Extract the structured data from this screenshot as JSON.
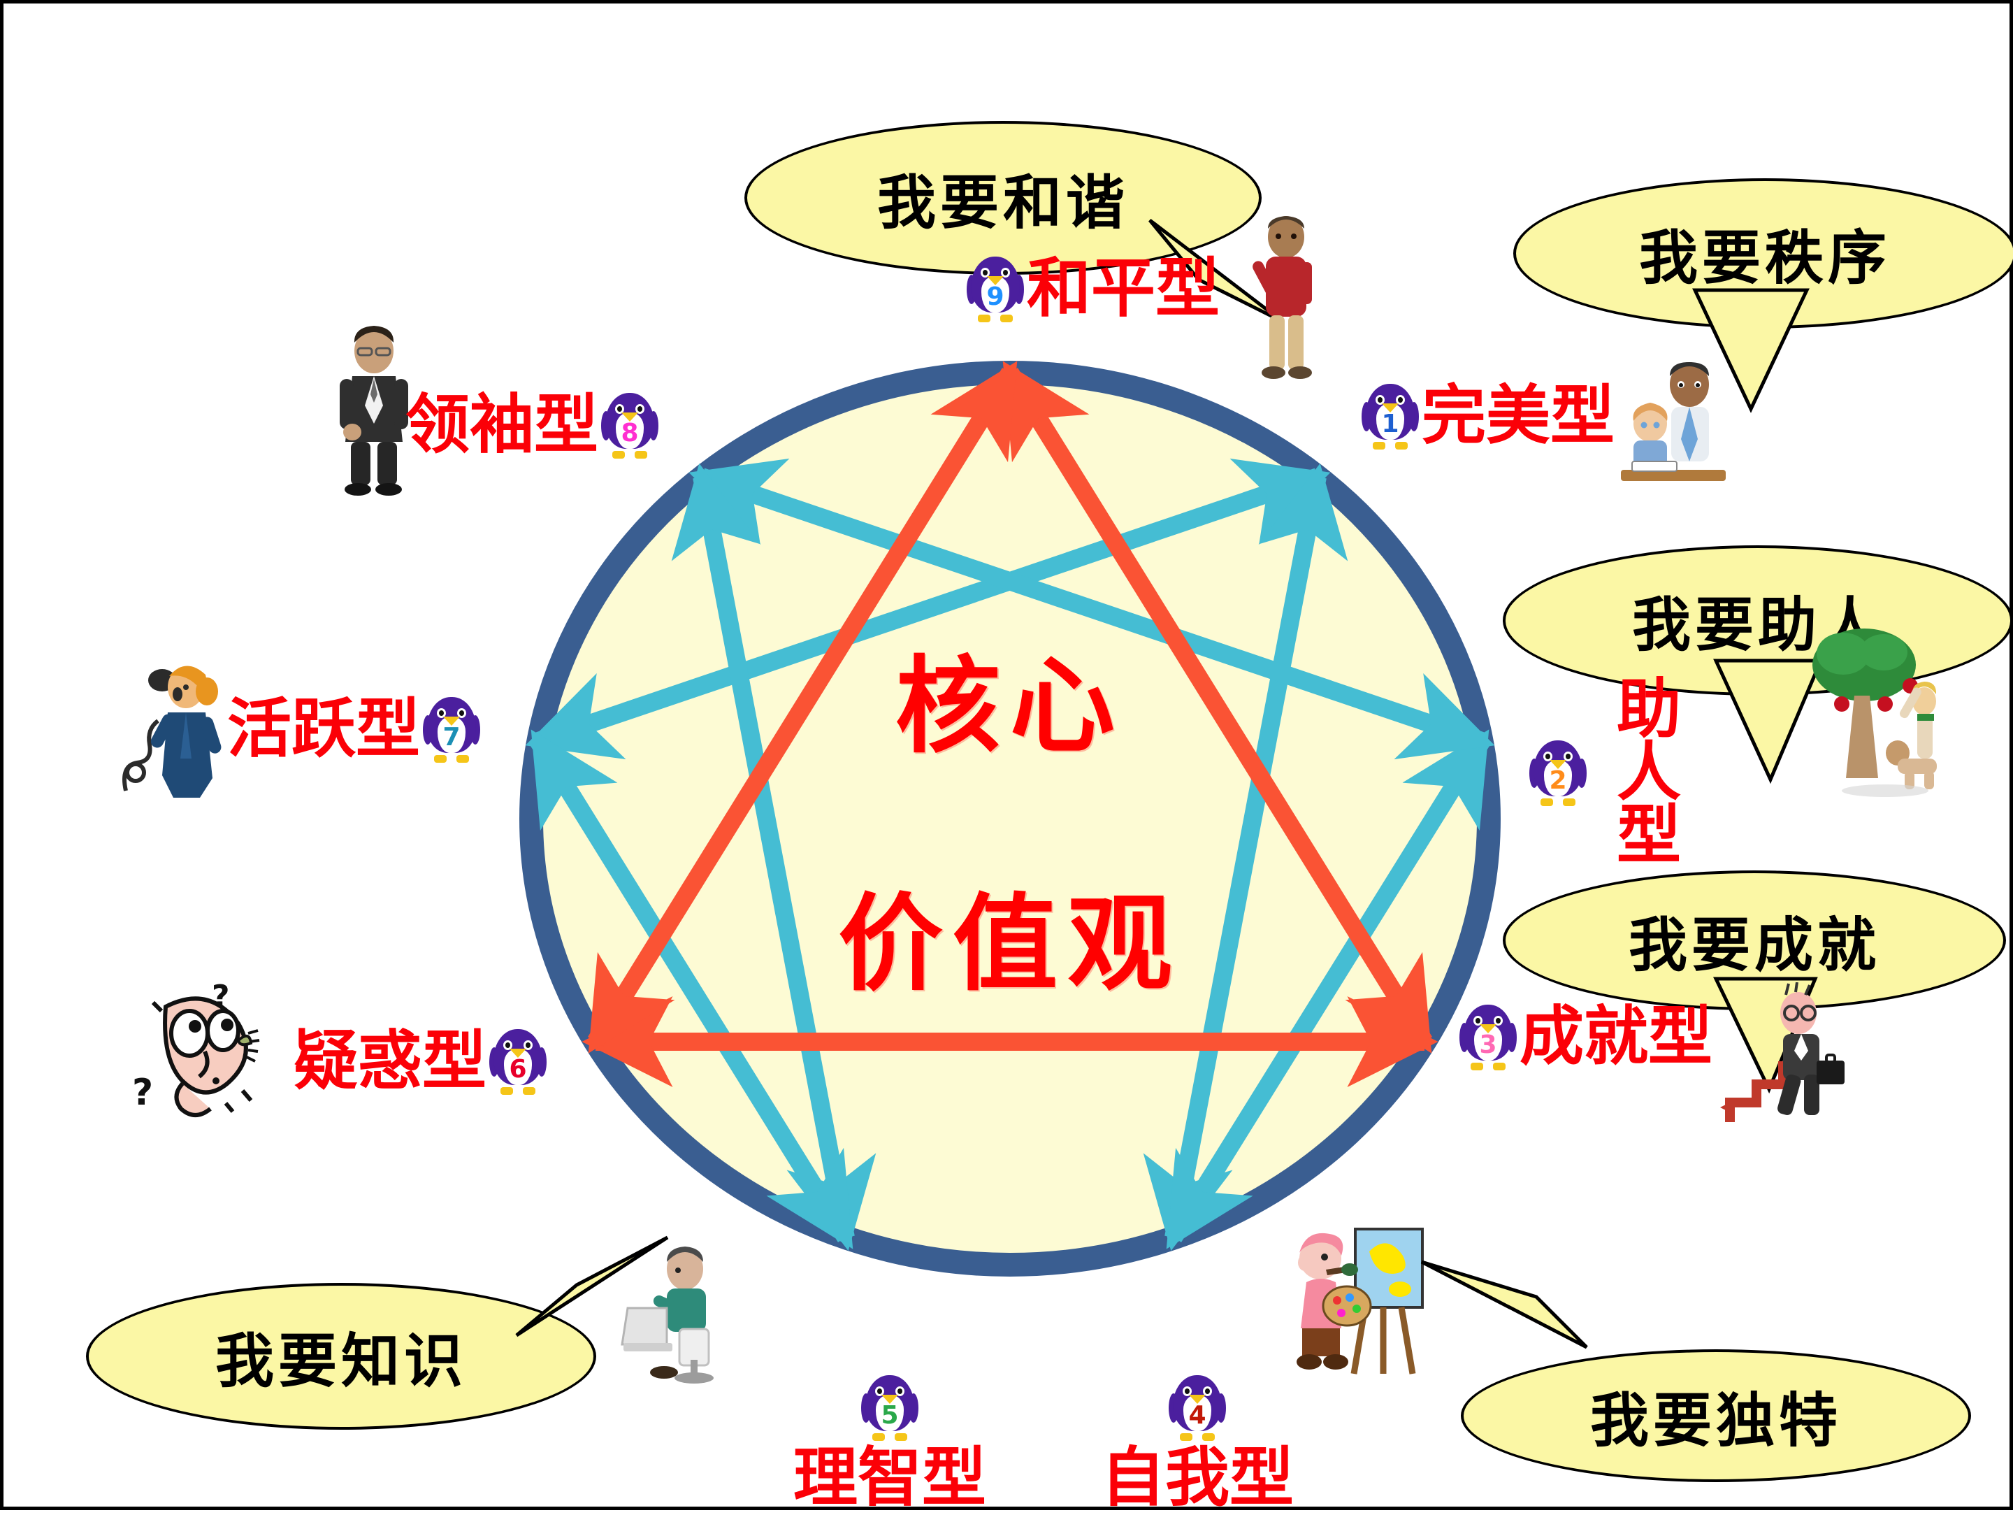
{
  "diagram": {
    "title_line1": "核心",
    "title_line2": "价值观",
    "circle_fill": "#fdfbd4",
    "circle_stroke": "#3a5e91",
    "triangle_color": "#fa5334",
    "hexad_color": "#45bdd3",
    "label_color": "#fb0007",
    "bubble_fill": "#fbf7a5",
    "bubble_stroke": "#000000"
  },
  "types": [
    {
      "number": "9",
      "name": "和平型",
      "num_color": "#1e90ff",
      "bubble": "我要和谐",
      "clipart": "man-on-phone-clipart"
    },
    {
      "number": "1",
      "name": "完美型",
      "num_color": "#1e5fd0",
      "bubble": "我要秩序",
      "clipart": "teacher-and-student-clipart"
    },
    {
      "number": "2",
      "name": "助人型",
      "num_color": "#ff8c1a",
      "bubble": "我要助人",
      "clipart": "apple-tree-helpers-clipart"
    },
    {
      "number": "3",
      "name": "成就型",
      "num_color": "#ff69b4",
      "bubble": "我要成就",
      "clipart": "businessman-climbing-stairs-clipart"
    },
    {
      "number": "4",
      "name": "自我型",
      "num_color": "#c21807",
      "bubble": "我要独特",
      "clipart": "painter-at-easel-clipart"
    },
    {
      "number": "5",
      "name": "理智型",
      "num_color": "#2aa84a",
      "bubble": "我要知识",
      "clipart": "man-at-computer-clipart"
    },
    {
      "number": "6",
      "name": "疑惑型",
      "num_color": "#e8002a",
      "bubble": null,
      "clipart": "confused-man-clipart"
    },
    {
      "number": "7",
      "name": "活跃型",
      "num_color": "#1b8fb5",
      "bubble": null,
      "clipart": "singer-with-microphone-clipart"
    },
    {
      "number": "8",
      "name": "领袖型",
      "num_color": "#ff2fd0",
      "bubble": null,
      "clipart": "businessman-in-suit-clipart"
    }
  ],
  "chart_data": {
    "type": "diagram",
    "subtype": "enneagram",
    "title": "核心价值观",
    "points": [
      {
        "number": "9",
        "label": "和平型",
        "motto": "我要和谐",
        "angle_deg": 90
      },
      {
        "number": "1",
        "label": "完美型",
        "motto": "我要秩序",
        "angle_deg": 50
      },
      {
        "number": "2",
        "label": "助人型",
        "motto": "我要助人",
        "angle_deg": 10
      },
      {
        "number": "3",
        "label": "成就型",
        "motto": "我要成就",
        "angle_deg": -30
      },
      {
        "number": "4",
        "label": "自我型",
        "motto": "我要独特",
        "angle_deg": -70
      },
      {
        "number": "5",
        "label": "理智型",
        "motto": "我要知识",
        "angle_deg": -110
      },
      {
        "number": "6",
        "label": "疑惑型",
        "motto": "",
        "angle_deg": -150
      },
      {
        "number": "7",
        "label": "活跃型",
        "motto": "",
        "angle_deg": 170
      },
      {
        "number": "8",
        "label": "领袖型",
        "motto": "",
        "angle_deg": 130
      }
    ],
    "triangle_path": [
      "9",
      "3",
      "6",
      "9"
    ],
    "hexad_path": [
      "1",
      "4",
      "2",
      "8",
      "5",
      "7",
      "1"
    ],
    "legend_position": "none",
    "grid": false
  }
}
